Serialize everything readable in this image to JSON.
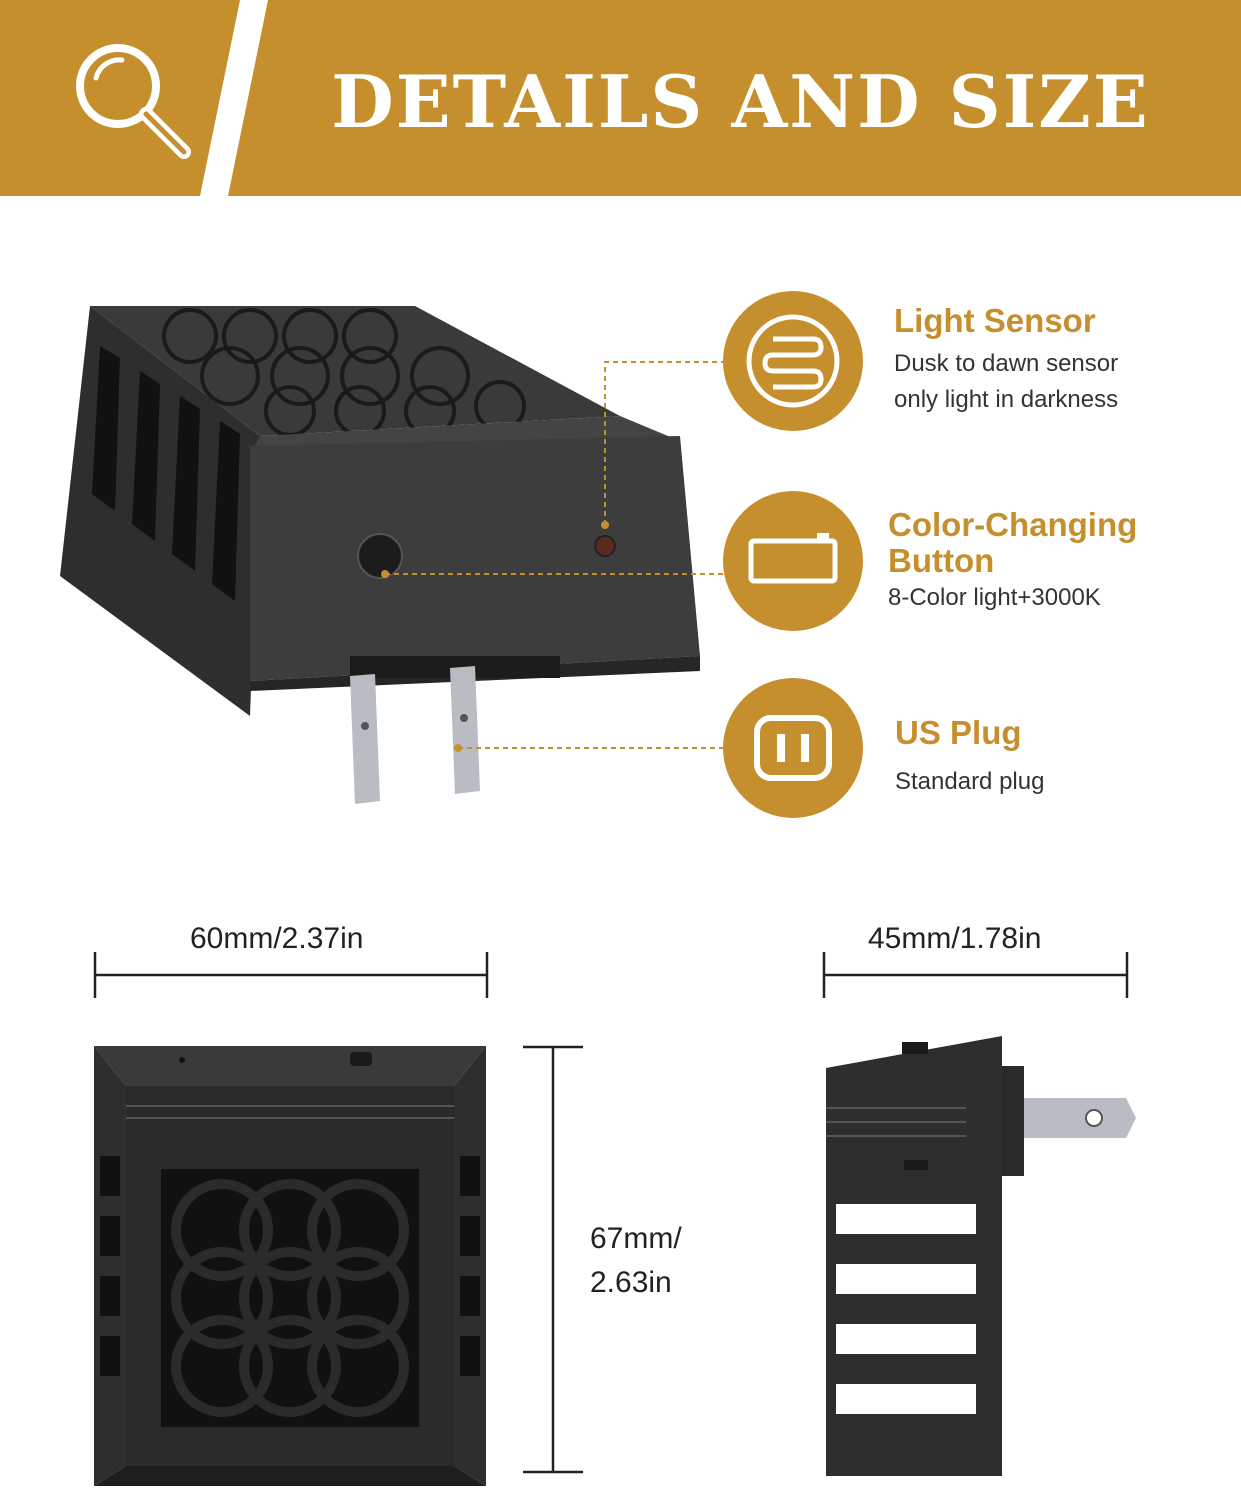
{
  "banner": {
    "title": "DETAILS AND SIZE",
    "icon": "magnifier-icon",
    "color": "#c68f2e"
  },
  "features": [
    {
      "icon": "light-sensor-icon",
      "title": "Light Sensor",
      "desc_line1": "Dusk to dawn sensor",
      "desc_line2": "only light in darkness"
    },
    {
      "icon": "button-icon",
      "title_line1": "Color-Changing",
      "title_line2": "Button",
      "desc_line1": "8-Color light+3000K"
    },
    {
      "icon": "us-plug-icon",
      "title": "US Plug",
      "desc_line1": "Standard plug"
    }
  ],
  "dimensions": {
    "front_width": "60mm/2.37in",
    "side_width": "45mm/1.78in",
    "height_line1": "67mm/",
    "height_line2": "2.63in"
  },
  "colors": {
    "accent": "#c68f2e",
    "product": "#2b2b2b"
  }
}
